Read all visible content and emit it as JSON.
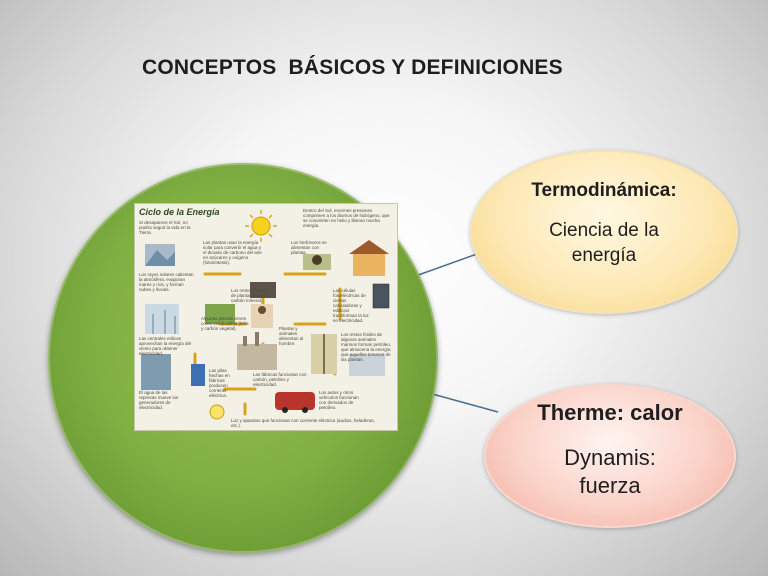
{
  "slide": {
    "title": "CONCEPTOS  BÁSICOS Y DEFINICIONES"
  },
  "image_panel": {
    "heading": "Ciclo de la Energía",
    "captions": [
      "Si desaparece el Sol, no podría seguir la vida en la Tierra.",
      "Dentro del Sol, enormes presiones comprimen a los átomos de hidrógeno, que se convierten en helio y liberan mucha energía.",
      "Las plantas usan la energía solar para convertir el agua y el dióxido de carbono del aire en azúcares y oxígeno (fotosíntesis).",
      "Los herbívoros se alimentan con plantas.",
      "Los rayos solares calientan la atmósfera, evaporan mares y ríos, y forman nubes y lluvias.",
      "Los restos fósiles de plantas forman carbón mineral.",
      "Las células fotoeléctricas de ciertas calculadoras y edificios transforman la luz en electricidad.",
      "Algunas plantas sirven como combustible (leña y carbón vegetal).",
      "Plantas y animales alimentan al hombre.",
      "Las centrales eólicas aprovechan la energía del viento para obtener electricidad.",
      "Los restos fósiles de algunos animales marinos forman petróleo, que almacena la energía que aquellos tomaron de las plantas.",
      "El agua de las represas mueve los generadores de electricidad.",
      "Las pilas hechas en fábricas producen corriente eléctrica.",
      "Las fábricas funcionan con carbón, petróleo y electricidad.",
      "Los autos y otros vehículos funcionan con derivados de petróleo.",
      "Luz y aparatos que funcionan con corriente eléctrica (audios, heladeras, etc.)."
    ]
  },
  "bubbles": {
    "top": {
      "label": "Termodinámica:",
      "text": "Ciencia de la energía"
    },
    "bottom": {
      "label": "Therme: calor",
      "text": "Dynamis: fuerza"
    }
  },
  "colors": {
    "green_circle": "#7fae43",
    "top_bubble": "#fde9b6",
    "bottom_bubble": "#fad2c8",
    "connector": "#4a6f8f"
  }
}
